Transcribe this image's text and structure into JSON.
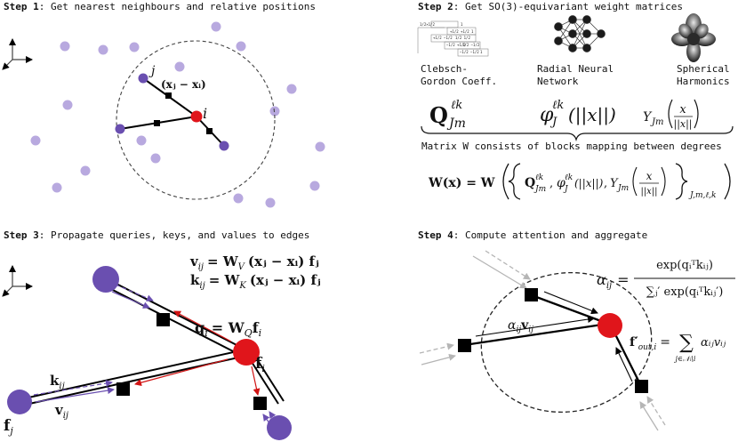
{
  "step1": {
    "heading_bold": "Step 1",
    "heading_rest": ": Get nearest neighbours and relative positions",
    "node_i": "i",
    "node_j": "j",
    "rel_pos": "(xⱼ − xᵢ)"
  },
  "step2": {
    "heading_bold": "Step 2",
    "heading_rest": ": Get SO(3)-equivariant weight matrices",
    "cg_label_1": "Clebsch-",
    "cg_label_2": "Gordon Coeff.",
    "nn_label_1": "Radial Neural",
    "nn_label_2": "Network",
    "sh_label_1": "Spherical",
    "sh_label_2": "Harmonics",
    "q_symbol": "Q",
    "q_sup": "ℓk",
    "q_sub": "Jm",
    "phi_symbol": "φ",
    "phi_sup": "ℓk",
    "phi_sub": "J",
    "phi_arg": "(||x||)",
    "y_symbol": "Y",
    "y_sub": "Jm",
    "frac_num": "x",
    "frac_den": "||x||",
    "brace_caption": "Matrix W consists of blocks mapping between degrees",
    "w_lhs": "W(x) = W",
    "w_set_sub": "J,m,ℓ,k",
    "cg_table": [
      "1/2×1/2",
      "1",
      "1",
      "0",
      "+1/2 +1/2",
      "1",
      "+1/2 −1/2",
      "1/2 1/2",
      "−1/2 +1/2",
      "1/2 −1/2",
      "−1/2 −1/2",
      "1"
    ]
  },
  "step3": {
    "heading_bold": "Step 3",
    "heading_rest": ": Propagate queries, keys, and values to edges",
    "v_eq_lhs": "v",
    "v_eq_lhs_sub": "ij",
    "v_eq_rhs": "= W",
    "v_eq_w_sub": "V",
    "k_eq_lhs": "k",
    "k_eq_lhs_sub": "ij",
    "k_eq_rhs": "= W",
    "k_eq_w_sub": "K",
    "eq_tail": "(xⱼ − xᵢ) fⱼ",
    "q_eq": "q",
    "q_eq_sub": "i",
    "q_eq_rhs": "= W",
    "q_eq_w_sub": "Q",
    "q_eq_f": "f",
    "q_eq_f_sub": "i",
    "f_i": "f",
    "f_i_sub": "i",
    "f_j": "f",
    "f_j_sub": "j",
    "k_ij": "k",
    "k_ij_sub": "ij",
    "v_ij": "v",
    "v_ij_sub": "ij"
  },
  "step4": {
    "heading_bold": "Step 4",
    "heading_rest": ": Compute attention and aggregate",
    "alpha_lhs": "α",
    "alpha_lhs_sub": "ij",
    "alpha_num": "exp(qᵢᵀkᵢⱼ)",
    "alpha_den": "∑ⱼ′ exp(qᵢᵀkᵢⱼ′)",
    "alpha_v": "α",
    "alpha_v_sub": "ij",
    "alpha_v_vec": "v",
    "alpha_v_vec_sub": "ij",
    "fout": "f′",
    "fout_sub": "out,i",
    "sum_body": "αᵢⱼvᵢⱼ",
    "sum_sub": "j∈𝒩ᵢ\\i"
  },
  "colors": {
    "node_purple": "#6a4fb0",
    "node_light_purple": "#b8a9df",
    "node_red": "#e0151b",
    "arrow_red": "#d11414",
    "arrow_purple": "#6a4fb0",
    "arrow_gray": "#b5b5b5",
    "edge": "#000000"
  }
}
